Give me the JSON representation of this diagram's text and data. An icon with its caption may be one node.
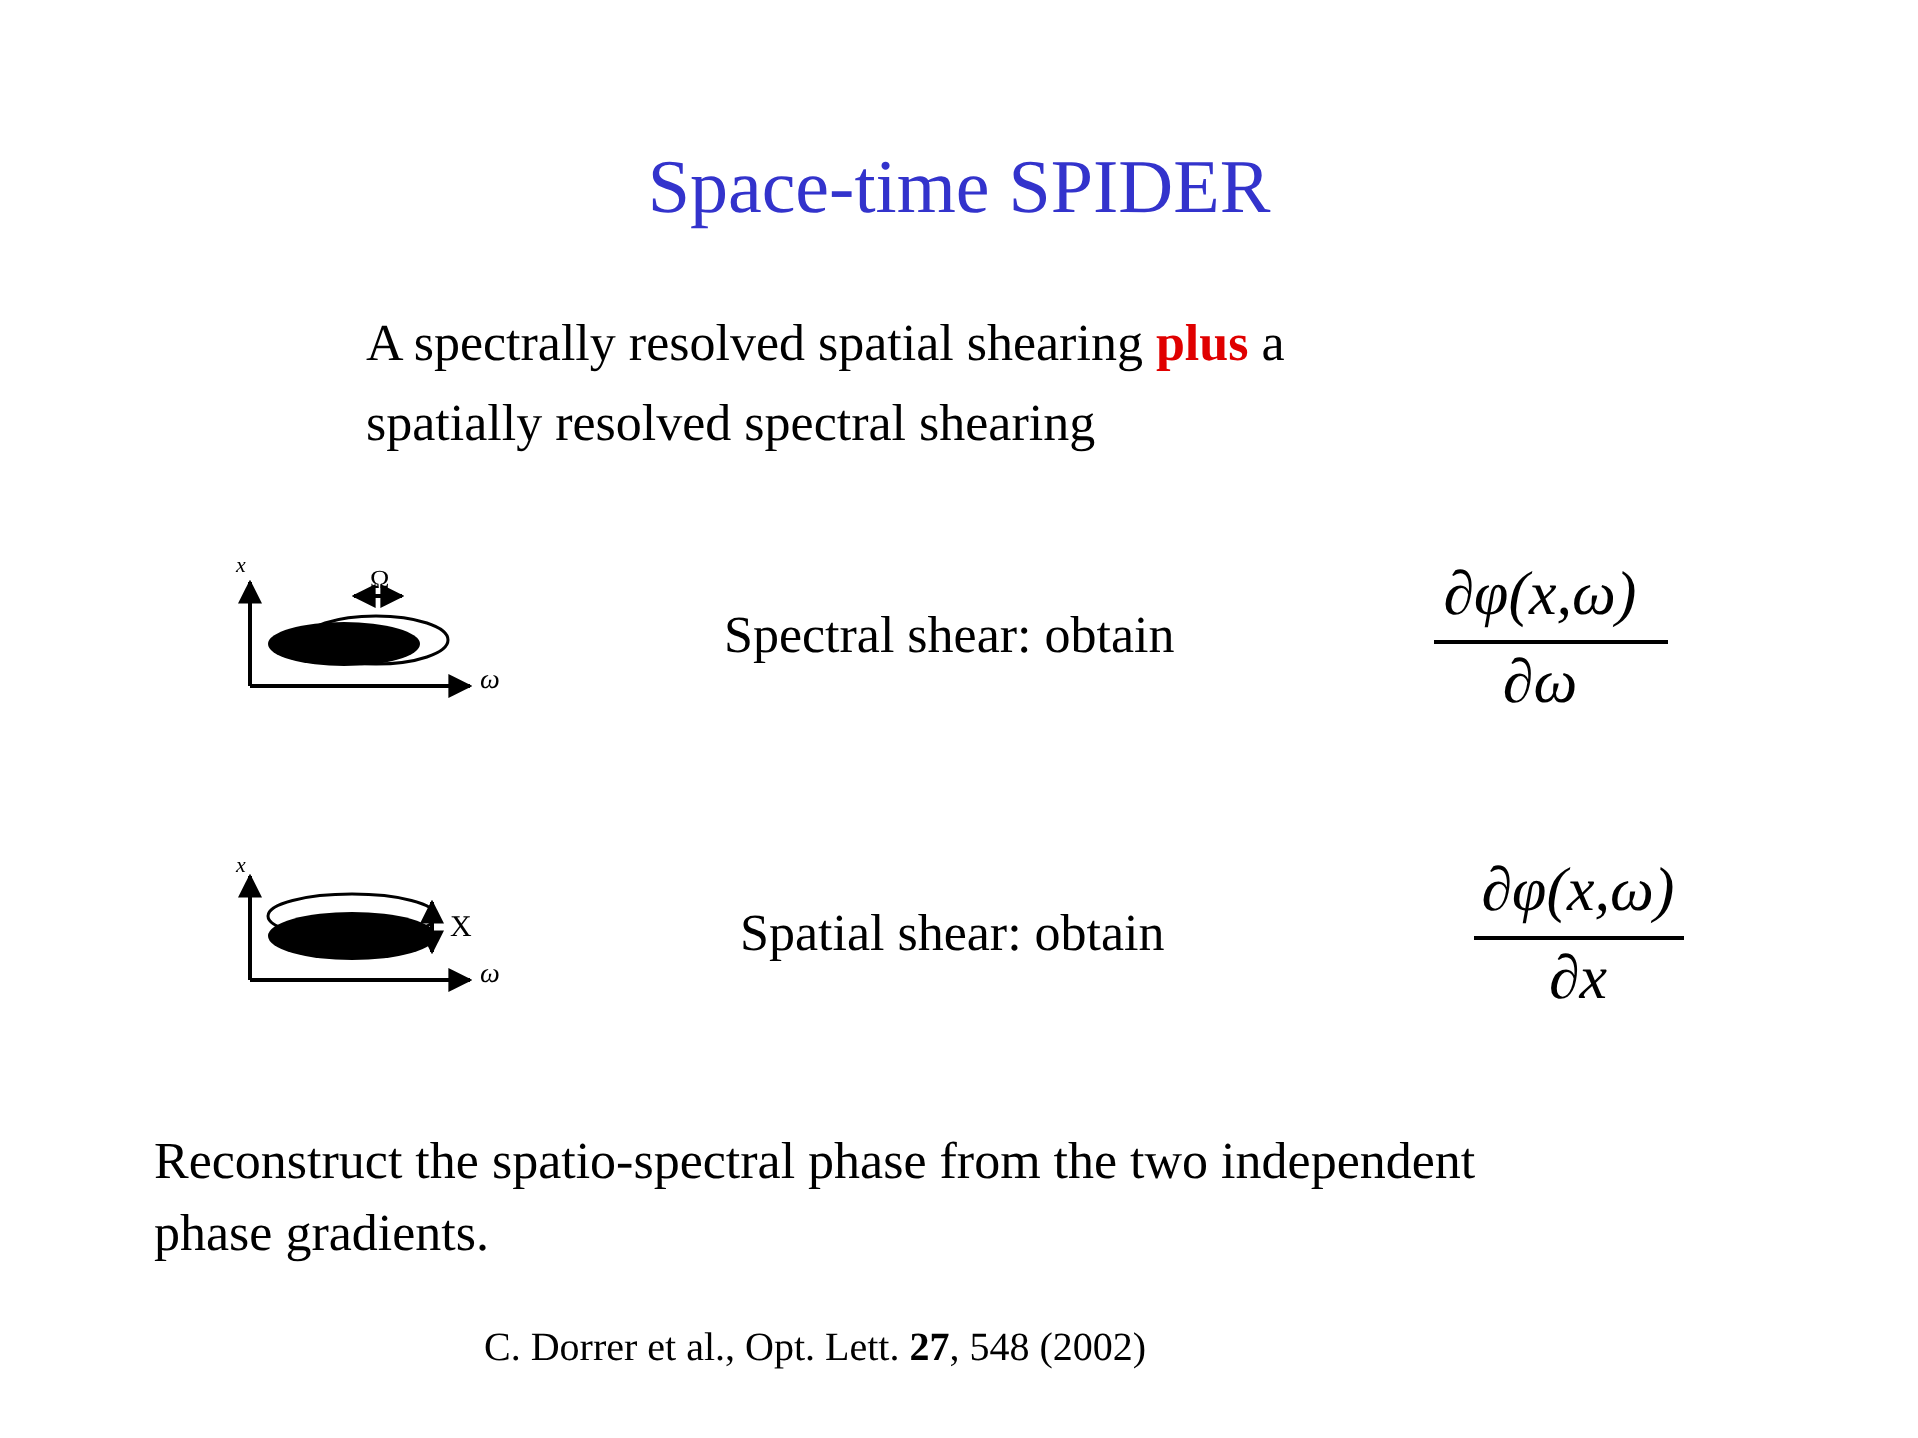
{
  "diagram": {
    "title": "Space-time SPIDER",
    "labels": [
      "A spectrally resolved spatial shearing  **plus** a spatially resolved spectral shearing",
      "x",
      "Ω",
      "ω",
      "Spectral shear: obtain",
      "∂φ(x,ω)",
      "∂ω",
      "x",
      "X",
      "ω",
      "Spatial shear: obtain",
      "∂φ(x,ω)",
      "∂x",
      "Reconstruct the spatio-spectral phase from the two independent phase gradients.",
      "C. Dorrer et al., Opt. Lett. **27**, 548 (2002)"
    ]
  }
}
